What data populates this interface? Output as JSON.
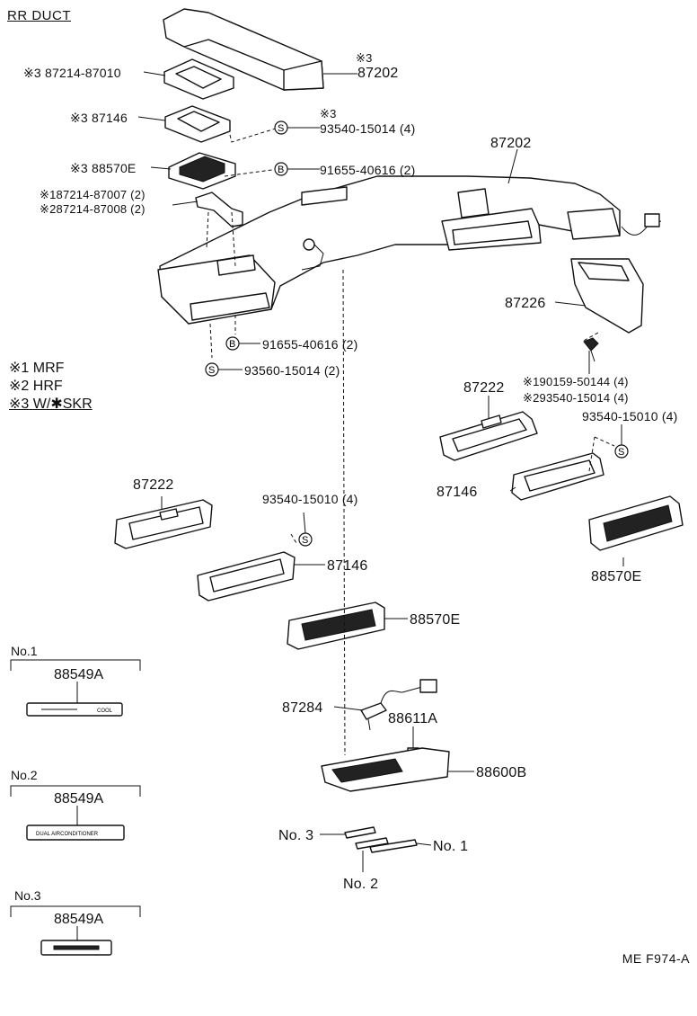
{
  "title": "RR DUCT",
  "labels": {
    "top_duct_note": "※3",
    "top_duct": "87202",
    "gasket_1": "※3 87214-87010",
    "gasket_2": "※3 87146",
    "screw_note": "※3",
    "screw_1": "93540-15014 (4)",
    "blower": "※3 88570E",
    "bolt_1": "91655-40616 (2)",
    "bracket_1": "※187214-87007 (2)",
    "bracket_2": "※287214-87008 (2)",
    "main_duct": "87202",
    "elbow": "87226",
    "bolt_2": "91655-40616 (2)",
    "screw_2": "93560-15014 (2)",
    "clip_1": "※190159-50144 (4)",
    "clip_2": "※293540-15014 (4)",
    "screw_3": "93540-15010 (4)",
    "panel_r": "87222",
    "bezel_r": "87146",
    "register_r": "88570E",
    "panel_l": "87222",
    "screw_4": "93540-15010 (4)",
    "bezel_l": "87146",
    "register_c": "88570E",
    "sensor": "87284",
    "switch": "88611A",
    "control": "88600B",
    "no3": "No. 3",
    "no1": "No. 1",
    "no2": "No. 2"
  },
  "legend": [
    {
      "mark": "※1",
      "text": "MRF"
    },
    {
      "mark": "※2",
      "text": "HRF"
    },
    {
      "mark": "※3",
      "text": "W/✱SKR"
    }
  ],
  "symbols": {
    "screw": "S",
    "bolt": "B"
  },
  "variants": [
    {
      "name": "No.1",
      "part": "88549A",
      "plate_text": "COOL"
    },
    {
      "name": "No.2",
      "part": "88549A",
      "plate_text": "DUAL AIRCONDITIONER"
    },
    {
      "name": "No.3",
      "part": "88549A",
      "plate_text": ""
    }
  ],
  "code": "ME F974-A"
}
